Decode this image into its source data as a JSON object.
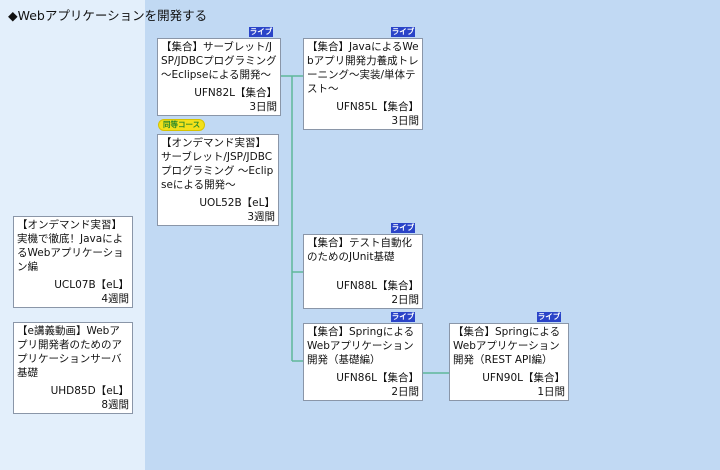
{
  "title": "◆Webアプリケーションを開発する",
  "live_label": "ライブ",
  "equivalent_label": "同等コース",
  "colors": {
    "live_badge": "#2a44c8",
    "equivalent_badge": "#f3e01a",
    "connector": "#5fb89a",
    "background": "#c1d9f3",
    "left_panel": "#e3effb"
  },
  "courses": [
    {
      "title": "【集合】サーブレット/JSP/JDBCプログラミング　～Eclipseによる開発～",
      "code": "UFN82L【集合】",
      "duration": "3日間",
      "live": true
    },
    {
      "title": "【オンデマンド実習】サーブレット/JSP/JDBCプログラミング ～Eclipseによる開発～",
      "code": "UOL52B【eL】",
      "duration": "3週間",
      "live": false
    },
    {
      "title": "【集合】JavaによるWebアプリ開発力養成トレーニング～実装/単体テスト～",
      "code": "UFN85L【集合】",
      "duration": "3日間",
      "live": true
    },
    {
      "title": "【集合】テスト自動化のためのJUnit基礎",
      "code": "UFN88L【集合】",
      "duration": "2日間",
      "live": true
    },
    {
      "title": "【集合】SpringによるWebアプリケーション開発（基礎編）",
      "code": "UFN86L【集合】",
      "duration": "2日間",
      "live": true
    },
    {
      "title": "【集合】SpringによるWebアプリケーション開発（REST API編）",
      "code": "UFN90L【集合】",
      "duration": "1日間",
      "live": true
    },
    {
      "title": "【オンデマンド実習】実機で徹底！JavaによるWebアプリケーション編",
      "code": "UCL07B【eL】",
      "duration": "4週間",
      "live": false
    },
    {
      "title": "【e講義動画】Webアプリ開発者のためのアプリケーションサーバ基礎",
      "code": "UHD85D【eL】",
      "duration": "8週間",
      "live": false
    }
  ]
}
